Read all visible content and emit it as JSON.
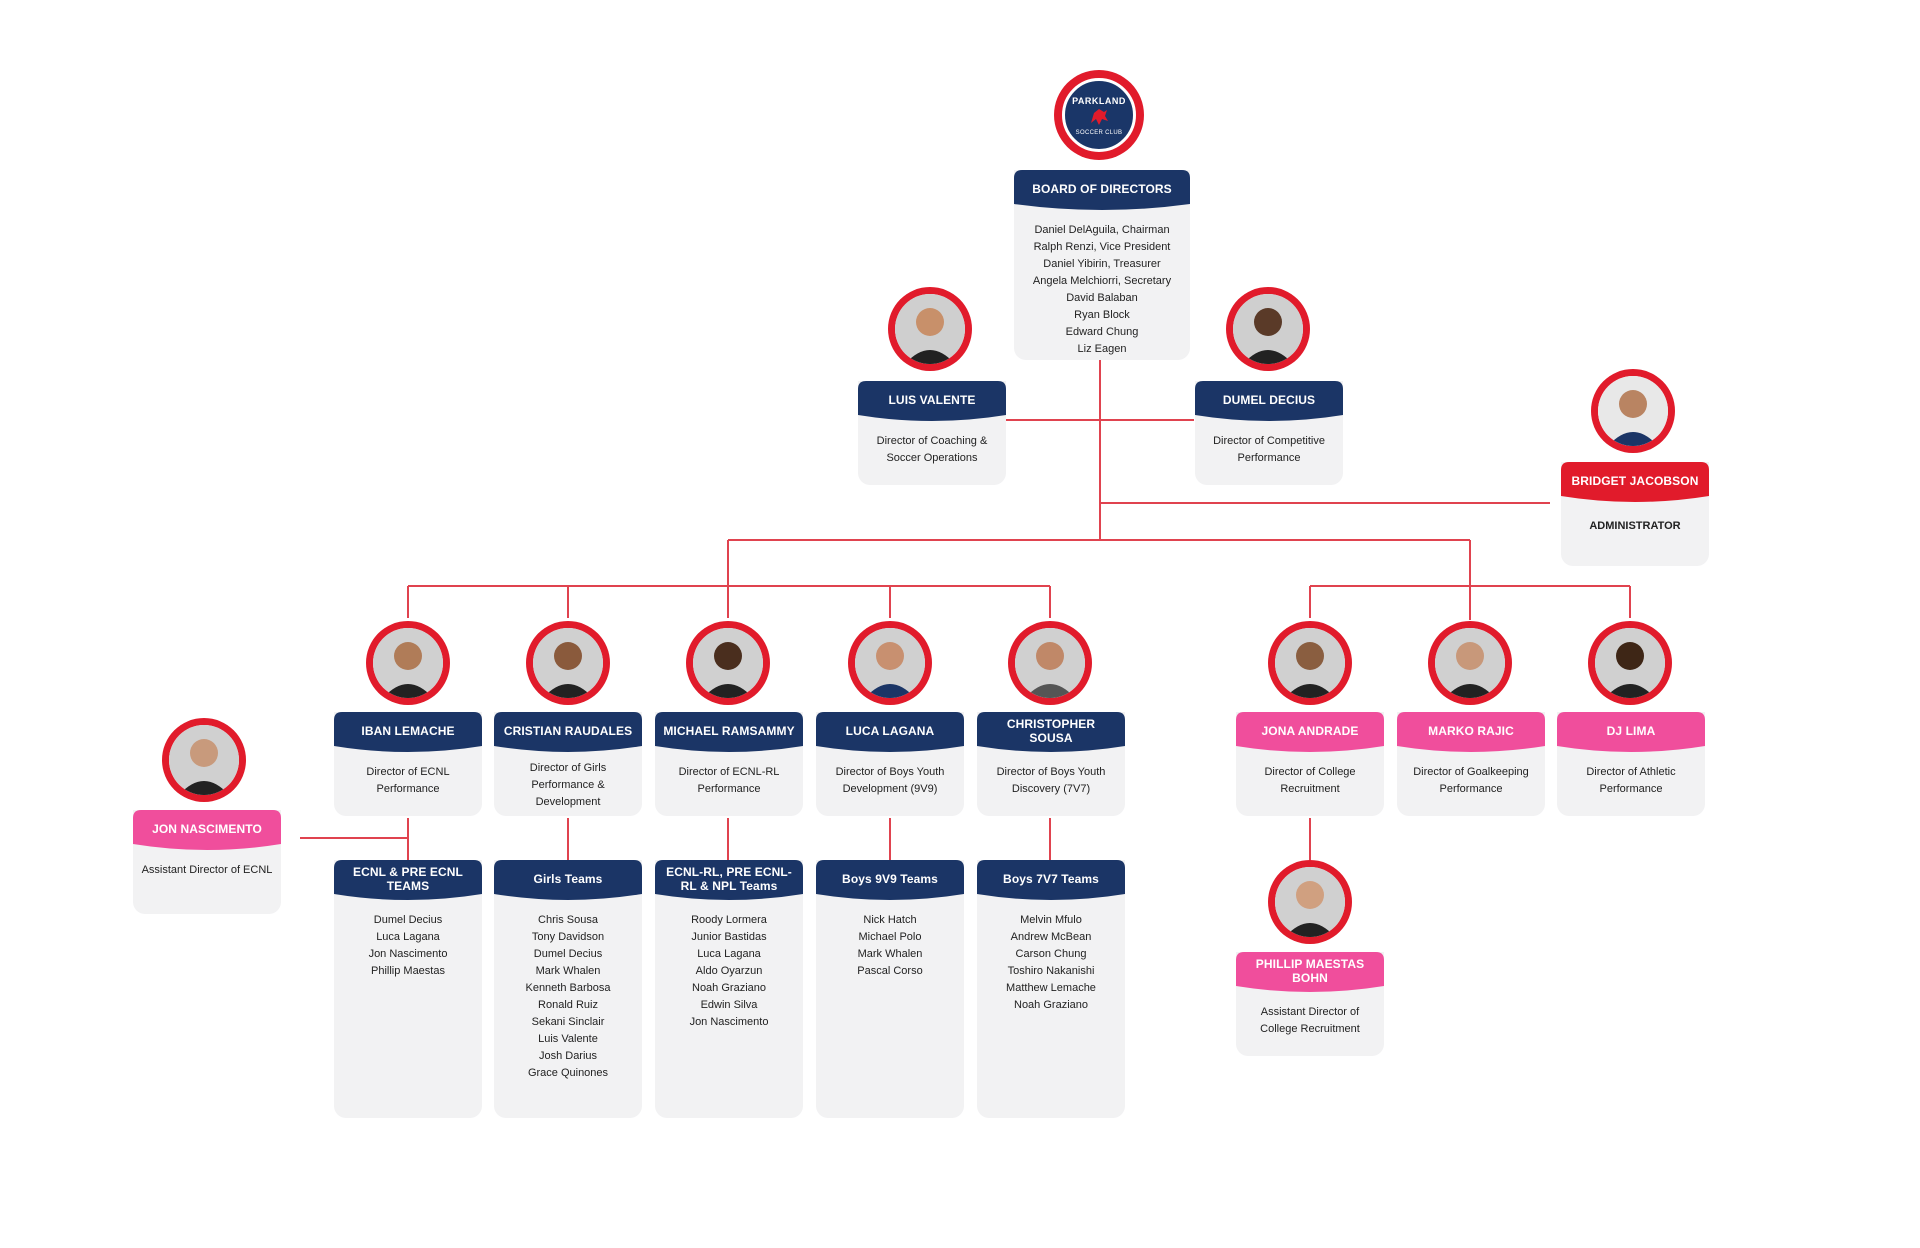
{
  "logo": {
    "text": "PARKLAND",
    "subtext": "SOCCER CLUB"
  },
  "colors": {
    "navy": "#1b3566",
    "red": "#e11b2b",
    "pink": "#f04e9c",
    "line": "#e0434f",
    "card": "#f2f2f3"
  },
  "board": {
    "title": "BOARD OF DIRECTORS",
    "members": [
      "Daniel DelAguila, Chairman",
      "Ralph Renzi, Vice President",
      "Daniel Yibirin, Treasurer",
      "Angela Melchiorri, Secretary",
      "David Balaban",
      "Ryan Block",
      "Edward Chung",
      "Liz Eagen"
    ]
  },
  "luis": {
    "name": "LUIS VALENTE",
    "role": "Director of Coaching & Soccer Operations"
  },
  "dumel": {
    "name": "DUMEL DECIUS",
    "role": "Director of Competitive Performance"
  },
  "bridget": {
    "name": "BRIDGET JACOBSON",
    "role": "ADMINISTRATOR"
  },
  "iban": {
    "name": "IBAN LEMACHE",
    "role": "Director of ECNL Performance"
  },
  "cristian": {
    "name": "CRISTIAN RAUDALES",
    "role": "Director of Girls Performance & Development"
  },
  "michael": {
    "name": "MICHAEL RAMSAMMY",
    "role": "Director of ECNL-RL Performance"
  },
  "luca": {
    "name": "LUCA LAGANA",
    "role": "Director of Boys Youth Development (9V9)"
  },
  "christopher": {
    "name": "CHRISTOPHER SOUSA",
    "role": "Director of Boys Youth Discovery (7V7)"
  },
  "jona": {
    "name": "JONA ANDRADE",
    "role": "Director of College Recruitment"
  },
  "marko": {
    "name": "MARKO RAJIC",
    "role": "Director of Goalkeeping Performance"
  },
  "dj": {
    "name": "DJ LIMA",
    "role": "Director of Athletic Performance"
  },
  "jon": {
    "name": "JON NASCIMENTO",
    "role": "Assistant Director of ECNL"
  },
  "phillip": {
    "name": "PHILLIP MAESTAS BOHN",
    "role": "Assistant Director of College Recruitment"
  },
  "teams": {
    "ecnl": {
      "title": "ECNL & PRE ECNL TEAMS",
      "members": [
        "Dumel Decius",
        "Luca Lagana",
        "Jon Nascimento",
        "Phillip Maestas"
      ]
    },
    "girls": {
      "title": "Girls Teams",
      "members": [
        "Chris Sousa",
        "Tony Davidson",
        "Dumel Decius",
        "Mark Whalen",
        "Kenneth Barbosa",
        "Ronald Ruiz",
        "Sekani Sinclair",
        "Luis Valente",
        "Josh Darius",
        "Grace Quinones"
      ]
    },
    "rl": {
      "title": "ECNL-RL, PRE ECNL-RL & NPL Teams",
      "members": [
        "Roody Lormera",
        "Junior Bastidas",
        "Luca Lagana",
        "Aldo Oyarzun",
        "Noah Graziano",
        "Edwin Silva",
        "Jon Nascimento"
      ]
    },
    "boys9": {
      "title": "Boys 9V9 Teams",
      "members": [
        "Nick Hatch",
        "Michael Polo",
        "Mark Whalen",
        "Pascal Corso"
      ]
    },
    "boys7": {
      "title": "Boys 7V7 Teams",
      "members": [
        "Melvin Mfulo",
        "Andrew McBean",
        "Carson Chung",
        "Toshiro Nakanishi",
        "Matthew Lemache",
        "Noah Graziano"
      ]
    }
  }
}
